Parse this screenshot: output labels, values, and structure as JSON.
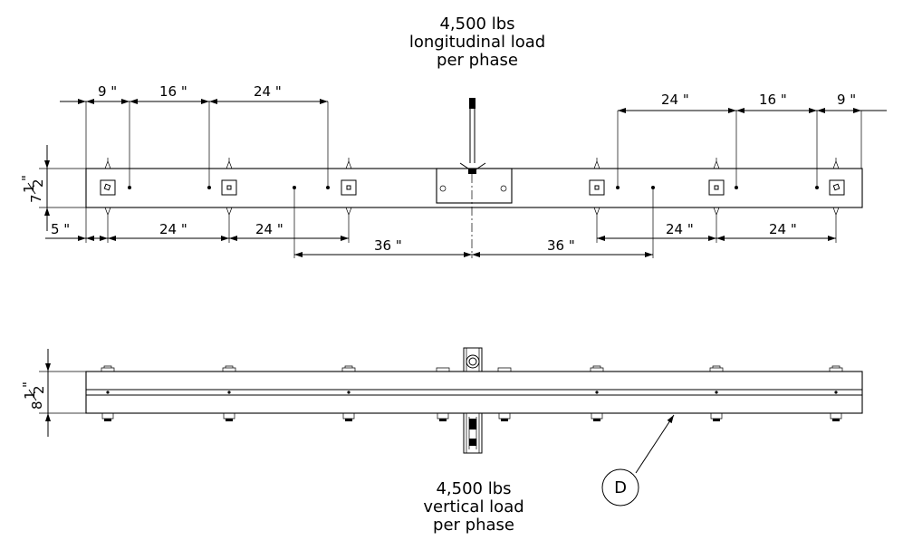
{
  "top_caption": {
    "line1": "4,500 lbs",
    "line2": "longitudinal load",
    "line3": "per phase"
  },
  "bottom_caption": {
    "line1": "4,500 lbs",
    "line2": "vertical load",
    "line3": "per phase"
  },
  "top_view": {
    "dims_above_left": [
      "9 \"",
      "16 \"",
      "24 \""
    ],
    "dims_above_right": [
      "24 \"",
      "16 \"",
      "9 \""
    ],
    "dims_below": [
      "5 \"",
      "24 \"",
      "24 \"",
      "36 \"",
      "36 \"",
      "24 \"",
      "24 \""
    ],
    "height_whole": "7",
    "height_num": "1",
    "height_den": "2",
    "height_mark": "\""
  },
  "front_view": {
    "height_whole": "8",
    "height_num": "1",
    "height_den": "2",
    "height_mark": "\""
  },
  "detail_callout": "D"
}
